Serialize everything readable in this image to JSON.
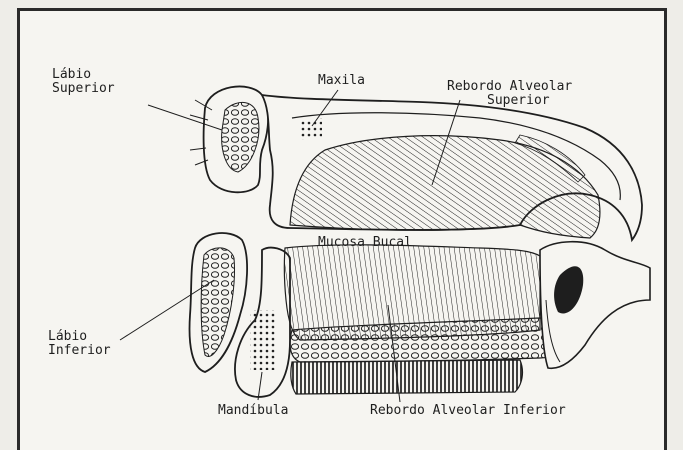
{
  "labels": {
    "labio_superior": [
      "Lábio",
      "Superior"
    ],
    "maxila": "Maxila",
    "rebordo_alveolar_superior": [
      "Rebordo Alveolar",
      "Superior"
    ],
    "mucosa_bucal": "Mucosa Bucal",
    "labio_inferior": [
      "Lábio",
      "Inferior"
    ],
    "mandibula": "Mandíbula",
    "rebordo_alveolar_inferior": "Rebordo Alveolar Inferior"
  },
  "colors": {
    "ink": "#1e1e1e",
    "paper": "#f6f5f1",
    "frame": "#2a2a2a"
  }
}
